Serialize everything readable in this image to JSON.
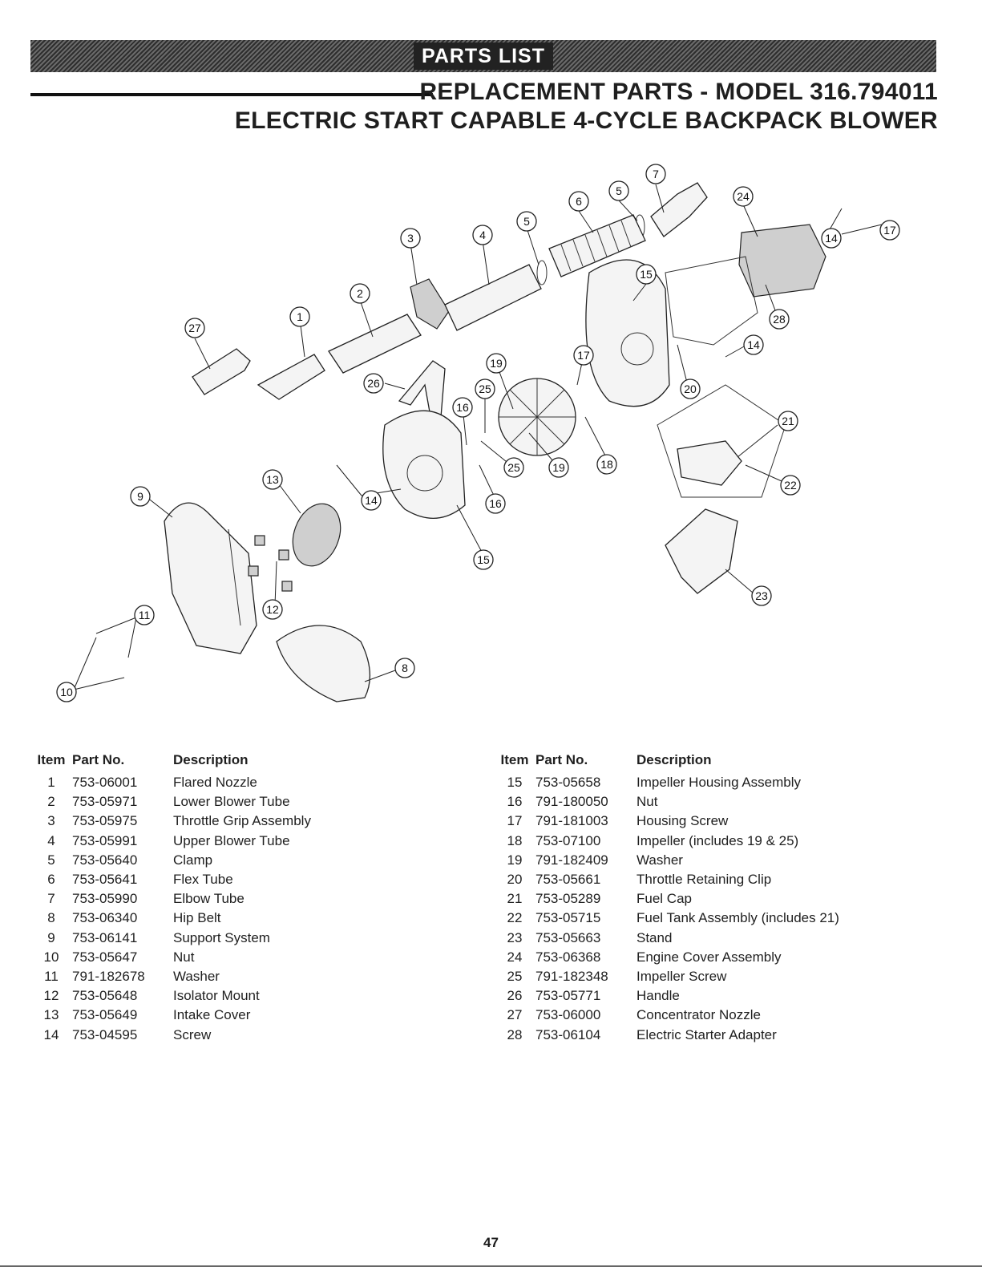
{
  "header": {
    "banner": "PARTS LIST",
    "title_line1": "REPLACEMENT PARTS - MODEL 316.794011",
    "title_line2": "ELECTRIC START CAPABLE 4-CYCLE BACKPACK BLOWER"
  },
  "columns": {
    "item": "Item",
    "part_no": "Part No.",
    "description": "Description"
  },
  "parts_left": [
    {
      "item": "1",
      "part_no": "753-06001",
      "description": "Flared Nozzle"
    },
    {
      "item": "2",
      "part_no": "753-05971",
      "description": "Lower Blower Tube"
    },
    {
      "item": "3",
      "part_no": "753-05975",
      "description": "Throttle Grip Assembly"
    },
    {
      "item": "4",
      "part_no": "753-05991",
      "description": "Upper Blower Tube"
    },
    {
      "item": "5",
      "part_no": "753-05640",
      "description": "Clamp"
    },
    {
      "item": "6",
      "part_no": "753-05641",
      "description": "Flex Tube"
    },
    {
      "item": "7",
      "part_no": "753-05990",
      "description": "Elbow Tube"
    },
    {
      "item": "8",
      "part_no": "753-06340",
      "description": "Hip Belt"
    },
    {
      "item": "9",
      "part_no": "753-06141",
      "description": "Support System"
    },
    {
      "item": "10",
      "part_no": "753-05647",
      "description": "Nut"
    },
    {
      "item": "11",
      "part_no": "791-182678",
      "description": "Washer"
    },
    {
      "item": "12",
      "part_no": "753-05648",
      "description": "Isolator Mount"
    },
    {
      "item": "13",
      "part_no": "753-05649",
      "description": "Intake Cover"
    },
    {
      "item": "14",
      "part_no": "753-04595",
      "description": "Screw"
    }
  ],
  "parts_right": [
    {
      "item": "15",
      "part_no": "753-05658",
      "description": "Impeller Housing Assembly"
    },
    {
      "item": "16",
      "part_no": "791-180050",
      "description": "Nut"
    },
    {
      "item": "17",
      "part_no": "791-181003",
      "description": "Housing Screw"
    },
    {
      "item": "18",
      "part_no": "753-07100",
      "description": "Impeller (includes 19 & 25)"
    },
    {
      "item": "19",
      "part_no": "791-182409",
      "description": "Washer"
    },
    {
      "item": "20",
      "part_no": "753-05661",
      "description": "Throttle Retaining Clip"
    },
    {
      "item": "21",
      "part_no": "753-05289",
      "description": "Fuel Cap"
    },
    {
      "item": "22",
      "part_no": "753-05715",
      "description": "Fuel Tank Assembly (includes 21)"
    },
    {
      "item": "23",
      "part_no": "753-05663",
      "description": "Stand"
    },
    {
      "item": "24",
      "part_no": "753-06368",
      "description": "Engine Cover Assembly"
    },
    {
      "item": "25",
      "part_no": "791-182348",
      "description": "Impeller Screw"
    },
    {
      "item": "26",
      "part_no": "753-05771",
      "description": "Handle"
    },
    {
      "item": "27",
      "part_no": "753-06000",
      "description": "Concentrator Nozzle"
    },
    {
      "item": "28",
      "part_no": "753-06104",
      "description": "Electric Starter Adapter"
    }
  ],
  "diagram_callouts": [
    "1",
    "2",
    "3",
    "4",
    "5",
    "5",
    "6",
    "7",
    "8",
    "9",
    "10",
    "11",
    "12",
    "13",
    "14",
    "14",
    "14",
    "15",
    "15",
    "16",
    "16",
    "17",
    "17",
    "18",
    "19",
    "19",
    "20",
    "21",
    "22",
    "23",
    "24",
    "25",
    "25",
    "26",
    "27",
    "28"
  ],
  "footer": {
    "page_number": "47"
  }
}
